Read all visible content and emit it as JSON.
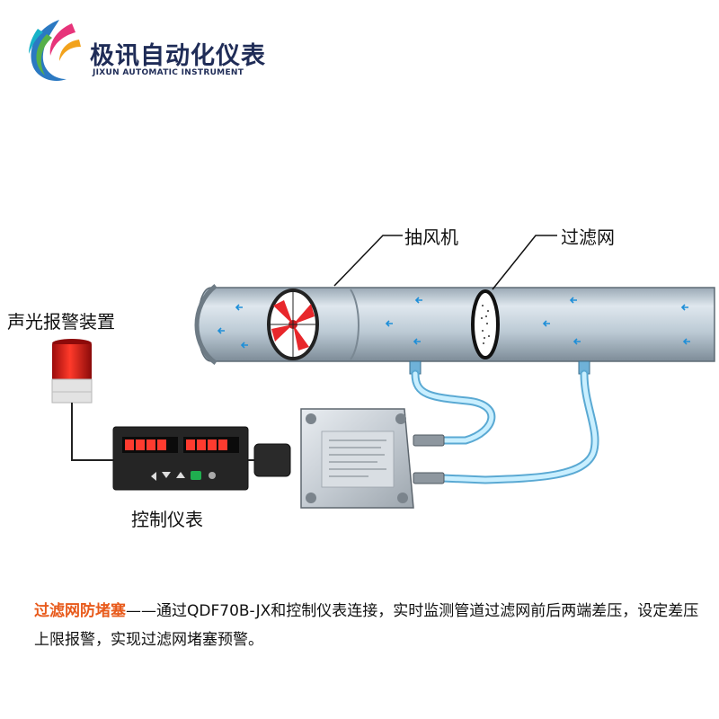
{
  "brand": {
    "name_cn": "极讯自动化仪表",
    "name_en": "JIXUN AUTOMATIC INSTRUMENT"
  },
  "labels": {
    "fan": "抽风机",
    "filter": "过滤网",
    "alarm": "声光报警装置",
    "controller": "控制仪表"
  },
  "caption": {
    "highlight": "过滤网防堵塞",
    "body": "——通过QDF70B-JX和控制仪表连接，实时监测管道过滤网前后两端差压，设定差压上限报警，实现过滤网堵塞预警。"
  },
  "colors": {
    "accent": "#e85a1b",
    "tube": "#8fd3f3",
    "brand": "#1f2c57",
    "pipe": "#a7b7c4",
    "alarm": "#e01d1d"
  },
  "icons": [
    "logo-mark-icon",
    "fan-icon",
    "filter-mesh-icon",
    "alarm-light-icon",
    "airflow-arrow-icon"
  ]
}
